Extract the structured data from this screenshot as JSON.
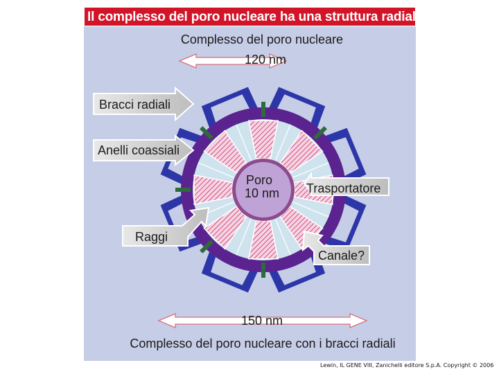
{
  "title": "Il complesso del poro nucleare ha una struttura radiale",
  "top_label": "Complesso del poro nucleare",
  "top_dimension": "120 nm",
  "bottom_dimension": "150 nm",
  "bottom_label": "Complesso del poro nucleare con i bracci radiali",
  "callouts": {
    "radial_arms": "Bracci radiali",
    "coaxial_rings": "Anelli coassiali",
    "spokes": "Raggi",
    "transporter": "Trasportatore",
    "channel": "Canale?"
  },
  "pore_label_line1": "Poro",
  "pore_label_line2": "10 nm",
  "credit": "Lewin, IL GENE VIII, Zanichelli editore S.p.A. Copyright © 2006",
  "colors": {
    "title_bg": "#d21428",
    "panel_bg": "#c6cde6",
    "ring": "#5a2390",
    "arms": "#2d36a8",
    "spoke_hatch": "#d9487a",
    "channel": "#cfe3ee",
    "pore": "#8e4a8e",
    "marks": "#2e6a3c"
  }
}
